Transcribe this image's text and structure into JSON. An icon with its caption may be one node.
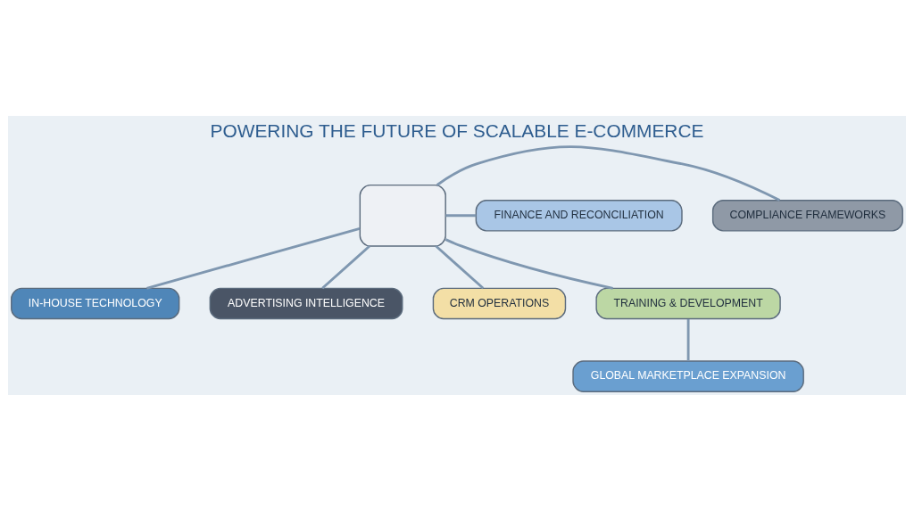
{
  "diagram": {
    "title": "POWERING THE FUTURE OF SCALABLE E-COMMERCE",
    "nodes": [
      {
        "text": [],
        "shape": "box"
      },
      {
        "text": [
          "IN-HOUSE TECHNOLOGY"
        ]
      },
      {
        "text": [
          "ADVERTISING INTELLIGENCE"
        ]
      },
      {
        "text": [
          "CRM OPERATIONS"
        ]
      },
      {
        "text": [
          "COMPLIANCE FRAMEWORKS"
        ]
      },
      {
        "text": [
          "FINANCE AND RECONCILIATION"
        ]
      },
      {
        "text": [
          "TRAINING & DEVELOPMENT"
        ]
      },
      {
        "text": [
          "GLOBAL MARKETPLACE EXPANSION"
        ]
      }
    ],
    "edges": [
      {
        "from": 0,
        "to": 1,
        "arrow": "none"
      },
      {
        "from": 0,
        "to": 2,
        "arrow": "none"
      },
      {
        "from": 0,
        "to": 3,
        "arrow": "none"
      },
      {
        "from": 0,
        "to": 4,
        "arrow": "none"
      },
      {
        "from": 0,
        "to": 5,
        "arrow": "none"
      },
      {
        "from": 0,
        "to": 6,
        "arrow": "none"
      },
      {
        "from": 6,
        "to": 7,
        "arrow": "none"
      }
    ]
  }
}
